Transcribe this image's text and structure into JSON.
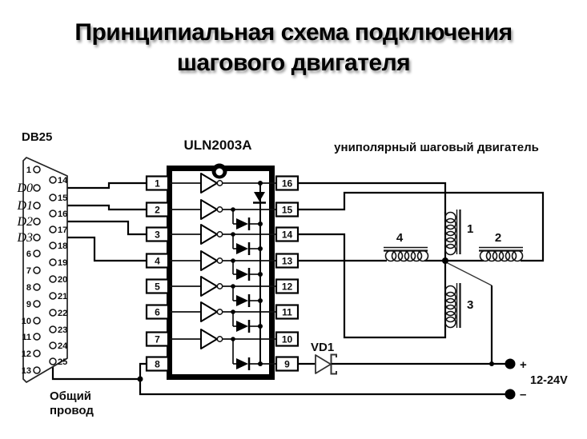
{
  "title": {
    "line1": "Принципиальная схема подключения",
    "line2": "шагового двигателя"
  },
  "connector": {
    "label": "DB25",
    "left_pins": [
      "1",
      "6",
      "7",
      "8",
      "9",
      "10",
      "11",
      "12",
      "13"
    ],
    "data_pins": [
      "D0",
      "D1",
      "D2",
      "D3"
    ],
    "right_pins": [
      "14",
      "15",
      "16",
      "17",
      "18",
      "19",
      "20",
      "21",
      "22",
      "23",
      "24",
      "25"
    ],
    "ground_label": {
      "line1": "Общий",
      "line2": "провод"
    }
  },
  "chip": {
    "label": "ULN2003A",
    "left_pins": [
      "1",
      "2",
      "3",
      "4",
      "5",
      "6",
      "7",
      "8"
    ],
    "right_pins": [
      "16",
      "15",
      "14",
      "13",
      "12",
      "11",
      "10",
      "9"
    ]
  },
  "motor": {
    "label": "униполярный шаговый двигатель",
    "coil_labels": [
      "1",
      "2",
      "3",
      "4"
    ]
  },
  "power": {
    "diode_label": "VD1",
    "voltage": "12-24V",
    "plus": "+",
    "minus": "–"
  },
  "colors": {
    "wire": "#000000",
    "text": "#0d0d0d",
    "title_shadow": "#9a9a9a"
  }
}
